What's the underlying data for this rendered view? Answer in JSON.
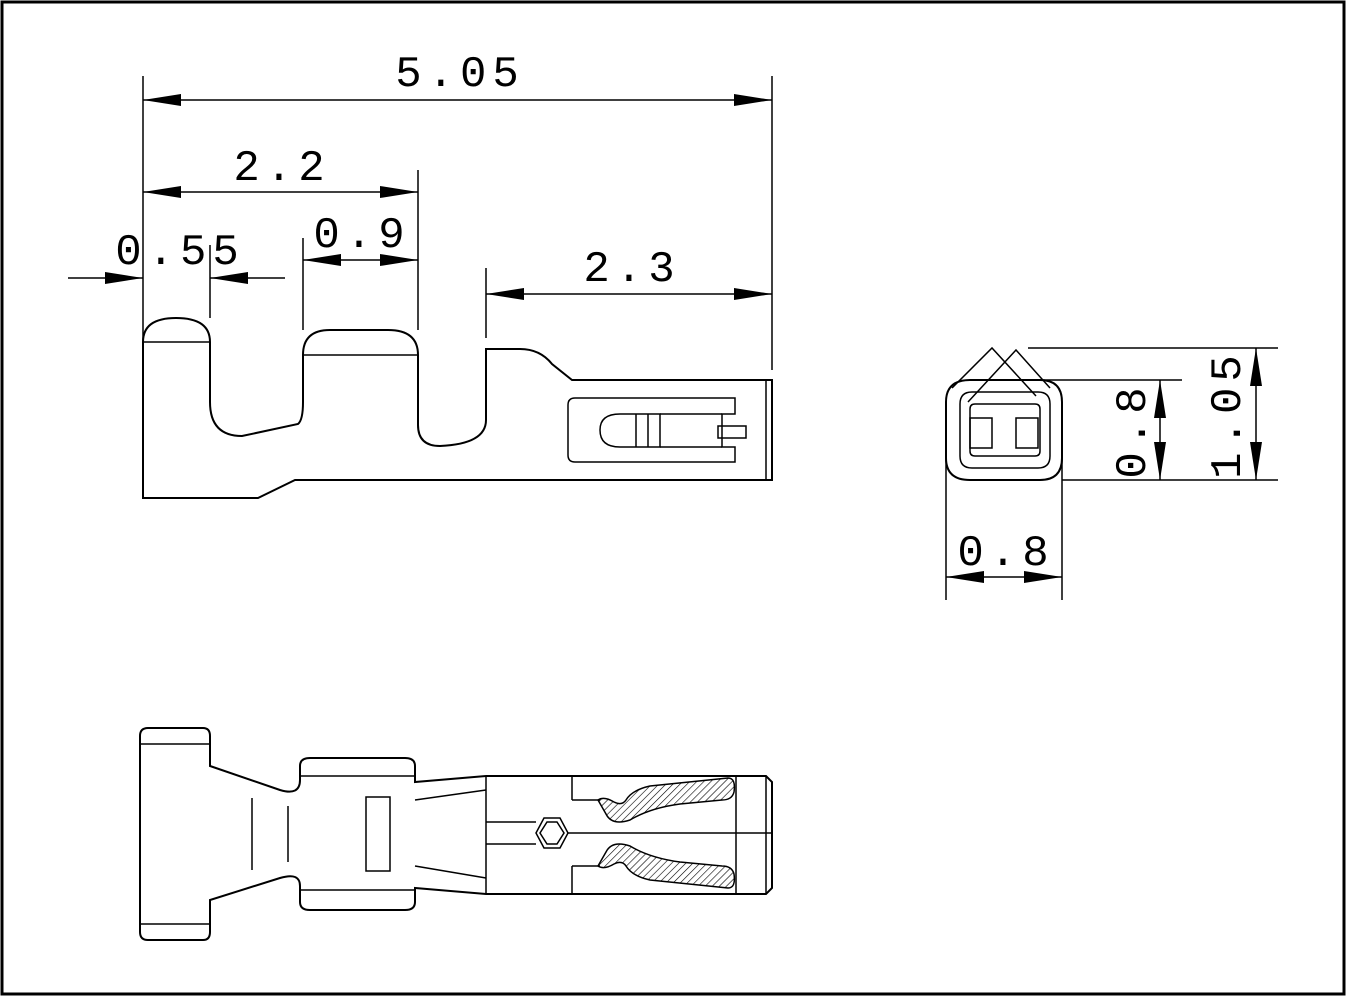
{
  "drawing": {
    "side_view": {
      "dimensions": {
        "overall_length": "5.05",
        "crimp_length": "2.2",
        "insulation_barrel": "0.55",
        "wire_barrel": "0.9",
        "contact_length": "2.3"
      }
    },
    "end_view": {
      "dimensions": {
        "width": "0.8",
        "inner_height": "0.8",
        "overall_height": "1.05"
      }
    },
    "colors": {
      "line": "#000000",
      "background": "#ffffff"
    }
  }
}
